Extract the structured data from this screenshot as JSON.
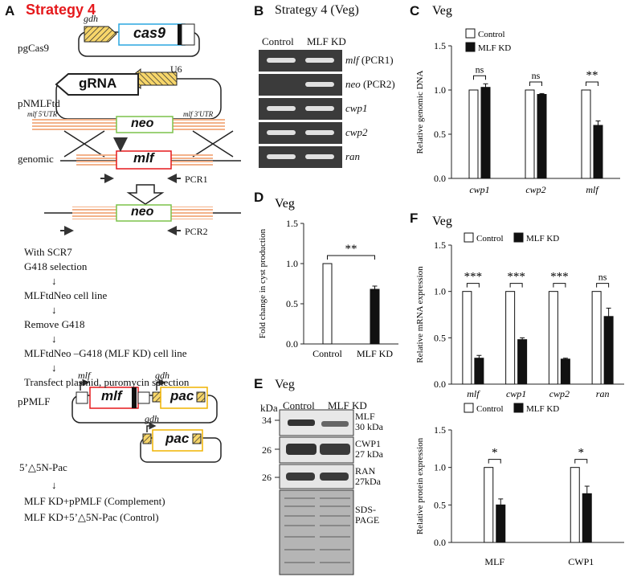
{
  "panelA": {
    "letter": "A",
    "title": "Strategy 4",
    "pgcas9_label": "pgCas9",
    "gdh": "gdh",
    "cas9": "cas9",
    "u6": "U6",
    "grna": "gRNA",
    "pnmlftd_label": "pNMLFtd",
    "utr5": "mlf 5'UTR",
    "utr3": "mlf 3'UTR",
    "neo": "neo",
    "genomic_label": "genomic",
    "mlf": "mlf",
    "pcr1": "PCR1",
    "pcr2": "PCR2",
    "steps": [
      "With SCR7",
      "G418 selection",
      "↓",
      "MLFtdNeo cell line",
      "↓",
      "Remove G418",
      "↓",
      "MLFtdNeo –G418 (MLF KD) cell line",
      "↓",
      "Transfect plasmid, puromycin selection"
    ],
    "ppmlf_label": "pPMLF",
    "pac": "pac",
    "delta_label": "5’△5N-Pac",
    "down_arrow": "↓",
    "final": [
      "MLF KD+pPMLF (Complement)",
      "MLF KD+5’△5N-Pac (Control)"
    ]
  },
  "panelB": {
    "letter": "B",
    "title": "Strategy 4 (Veg)",
    "lanes": [
      "Control",
      "MLF KD"
    ],
    "rows": [
      {
        "gene": "mlf",
        "suffix": " (PCR1)"
      },
      {
        "gene": "neo",
        "suffix": " (PCR2)"
      },
      {
        "gene": "cwp1",
        "suffix": ""
      },
      {
        "gene": "cwp2",
        "suffix": ""
      },
      {
        "gene": "ran",
        "suffix": ""
      }
    ]
  },
  "panelC": {
    "letter": "C",
    "title": "Veg",
    "ylabel": "Relative genomic DNA",
    "legend": [
      "Control",
      "MLF KD"
    ],
    "chart_data": {
      "type": "bar",
      "categories": [
        "cwp1",
        "cwp2",
        "mlf"
      ],
      "series": [
        {
          "name": "Control",
          "values": [
            1.0,
            1.0,
            1.0
          ],
          "errors": [
            0,
            0,
            0
          ]
        },
        {
          "name": "MLF KD",
          "values": [
            1.03,
            0.95,
            0.6
          ],
          "errors": [
            0.04,
            0.01,
            0.05
          ]
        }
      ],
      "significance": [
        "ns",
        "ns",
        "**"
      ],
      "ylim": [
        0,
        1.5
      ],
      "yticks": [
        "0.0",
        "0.5",
        "1.0",
        "1.5"
      ]
    }
  },
  "panelD": {
    "letter": "D",
    "title": "Veg",
    "ylabel": "Fold change in cyst production",
    "chart_data": {
      "type": "bar",
      "categories": [
        "Control",
        "MLF KD"
      ],
      "values": [
        1.0,
        0.68
      ],
      "errors": [
        0,
        0.04
      ],
      "significance": [
        "**"
      ],
      "ylim": [
        0,
        1.5
      ],
      "yticks": [
        "0.0",
        "0.5",
        "1.0",
        "1.5"
      ]
    }
  },
  "panelE": {
    "letter": "E",
    "title": "Veg",
    "kda": "kDa",
    "lanes": [
      "Control",
      "MLF KD"
    ],
    "markers": [
      "34",
      "26",
      "26"
    ],
    "rows": [
      {
        "name": "MLF",
        "size": "30 kDa"
      },
      {
        "name": "CWP1",
        "size": "27 kDa"
      },
      {
        "name": "RAN",
        "size": "27kDa"
      },
      {
        "name": "SDS-",
        "size": "PAGE"
      }
    ]
  },
  "panelF": {
    "letter": "F",
    "title": "Veg",
    "ylabel": "Relative mRNA expression",
    "legend": [
      "Control",
      "MLF KD"
    ],
    "chart_data": [
      {
        "type": "bar",
        "categories": [
          "mlf",
          "cwp1",
          "cwp2",
          "ran"
        ],
        "series": [
          {
            "name": "Control",
            "values": [
              1.0,
              1.0,
              1.0,
              1.0
            ],
            "errors": [
              0,
              0,
              0,
              0
            ]
          },
          {
            "name": "MLF KD",
            "values": [
              0.28,
              0.48,
              0.27,
              0.73
            ],
            "errors": [
              0.03,
              0.02,
              0.01,
              0.09
            ]
          }
        ],
        "significance": [
          "***",
          "***",
          "***",
          "ns"
        ],
        "ylim": [
          0,
          1.5
        ],
        "yticks": [
          "0.0",
          "0.5",
          "1.0",
          "1.5"
        ]
      },
      {
        "type": "bar",
        "ylabel": "Relative protein expression",
        "categories": [
          "MLF",
          "CWP1"
        ],
        "series": [
          {
            "name": "Control",
            "values": [
              1.0,
              1.0
            ],
            "errors": [
              0,
              0
            ]
          },
          {
            "name": "MLF KD",
            "values": [
              0.5,
              0.65
            ],
            "errors": [
              0.08,
              0.1
            ]
          }
        ],
        "significance": [
          "*",
          "*"
        ],
        "ylim": [
          0,
          1.5
        ],
        "yticks": [
          "0.0",
          "0.5",
          "1.0",
          "1.5"
        ]
      }
    ]
  },
  "colors": {
    "accent": "#e5191c",
    "bar_fill": "#111111",
    "gdh_fill": "#f2c232",
    "neo_box": "#7cc24a",
    "mlf_box": "#e5191c",
    "pac_box": "#f0b400",
    "cas9_box": "#2aa7e0",
    "utr_stripes": "#f3b28a"
  }
}
